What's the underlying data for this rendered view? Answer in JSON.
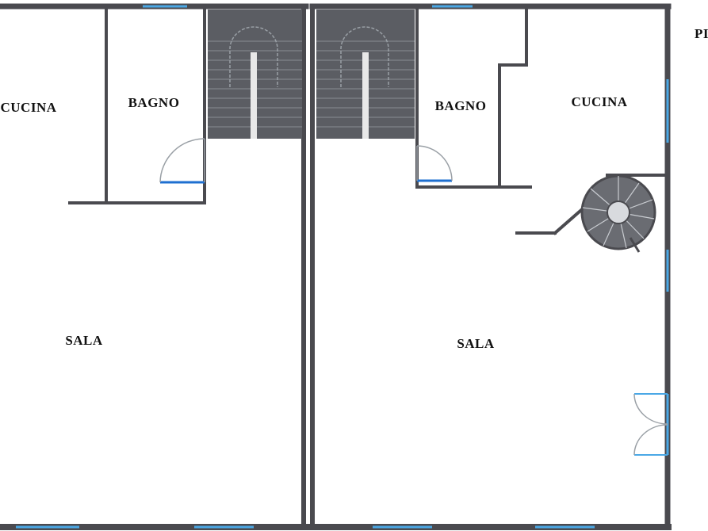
{
  "floor_plan": {
    "rooms": {
      "left_kitchen": "CUCINA",
      "left_bathroom": "BAGNO",
      "left_living": "SALA",
      "right_bathroom": "BAGNO",
      "right_kitchen": "CUCINA",
      "right_living": "SALA"
    },
    "edge_text": "PI"
  },
  "colors": {
    "wall": "#4a4a4f",
    "stair_fill": "#5b5d63",
    "window": "#4aa8e6",
    "door_arc": "#9aa0a6"
  }
}
